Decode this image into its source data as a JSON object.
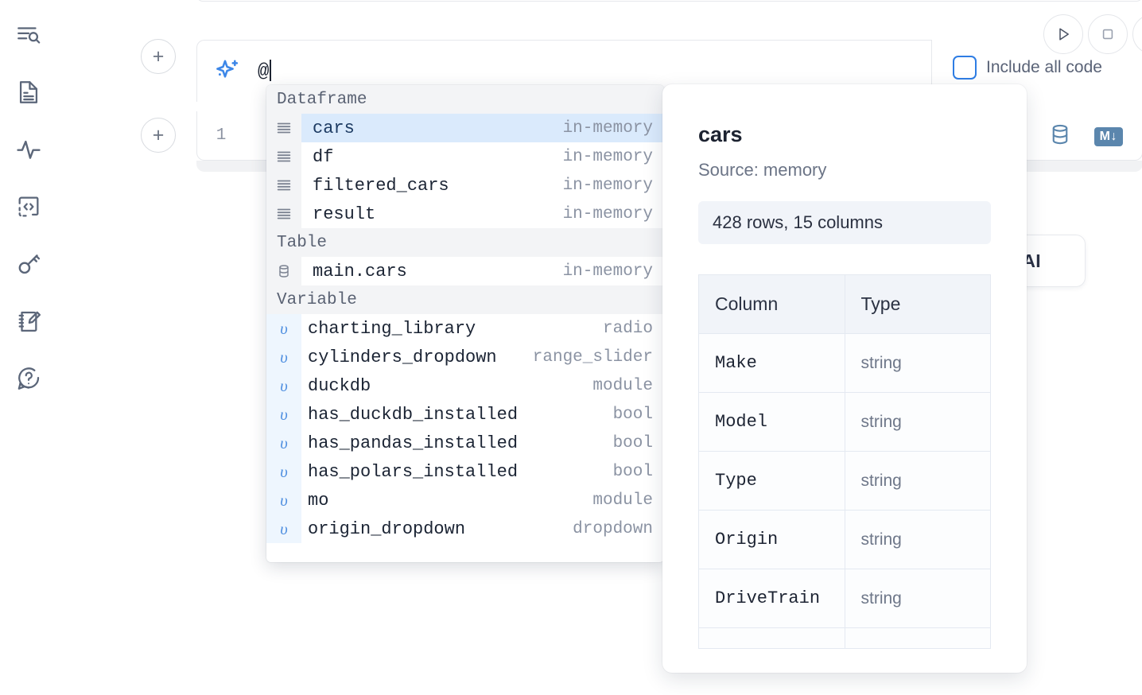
{
  "rail": {
    "items": [
      {
        "name": "explore-icon",
        "label": "Explore"
      },
      {
        "name": "file-text-icon",
        "label": "Notebook file"
      },
      {
        "name": "activity-icon",
        "label": "Activity"
      },
      {
        "name": "code-snippet-icon",
        "label": "Snippets"
      },
      {
        "name": "key-icon",
        "label": "Secrets"
      },
      {
        "name": "scratchpad-icon",
        "label": "Scratchpad"
      },
      {
        "name": "help-icon",
        "label": "Help"
      }
    ]
  },
  "toolbar": {
    "add_cell_label": "+",
    "run_icon": "play-icon",
    "stop_icon": "stop-icon",
    "more_icon": "more-icon",
    "include_all_code_label": "Include all code",
    "include_all_code_checked": false,
    "accent_color": "#2e7de4"
  },
  "ai_input": {
    "icon": "sparkle-icon",
    "value": "@",
    "caret_visible": true
  },
  "code_cell": {
    "line_number": "1",
    "database_icon": "database-icon",
    "markdown_badge": "M↓"
  },
  "ghost_button": {
    "label": "h AI"
  },
  "autocomplete": {
    "groups": [
      {
        "title": "Dataframe",
        "icon": "dataframe-icon",
        "kind": "df",
        "items": [
          {
            "name": "cars",
            "type": "in-memory",
            "selected": true
          },
          {
            "name": "df",
            "type": "in-memory",
            "selected": false
          },
          {
            "name": "filtered_cars",
            "type": "in-memory",
            "selected": false
          },
          {
            "name": "result",
            "type": "in-memory",
            "selected": false
          }
        ]
      },
      {
        "title": "Table",
        "icon": "table-icon",
        "kind": "table",
        "items": [
          {
            "name": "main.cars",
            "type": "in-memory",
            "selected": false
          }
        ]
      },
      {
        "title": "Variable",
        "icon": "variable-icon",
        "kind": "var",
        "items": [
          {
            "name": "charting_library",
            "type": "radio",
            "selected": false
          },
          {
            "name": "cylinders_dropdown",
            "type": "range_slider",
            "selected": false
          },
          {
            "name": "duckdb",
            "type": "module",
            "selected": false
          },
          {
            "name": "has_duckdb_installed",
            "type": "bool",
            "selected": false
          },
          {
            "name": "has_pandas_installed",
            "type": "bool",
            "selected": false
          },
          {
            "name": "has_polars_installed",
            "type": "bool",
            "selected": false
          },
          {
            "name": "mo",
            "type": "module",
            "selected": false
          },
          {
            "name": "origin_dropdown",
            "type": "dropdown",
            "selected": false
          }
        ]
      }
    ]
  },
  "detail": {
    "title": "cars",
    "source": "Source: memory",
    "shape": "428 rows, 15 columns",
    "schema_headers": [
      "Column",
      "Type"
    ],
    "schema_rows": [
      {
        "column": "Make",
        "type": "string"
      },
      {
        "column": "Model",
        "type": "string"
      },
      {
        "column": "Type",
        "type": "string"
      },
      {
        "column": "Origin",
        "type": "string"
      },
      {
        "column": "DriveTrain",
        "type": "string"
      }
    ]
  }
}
